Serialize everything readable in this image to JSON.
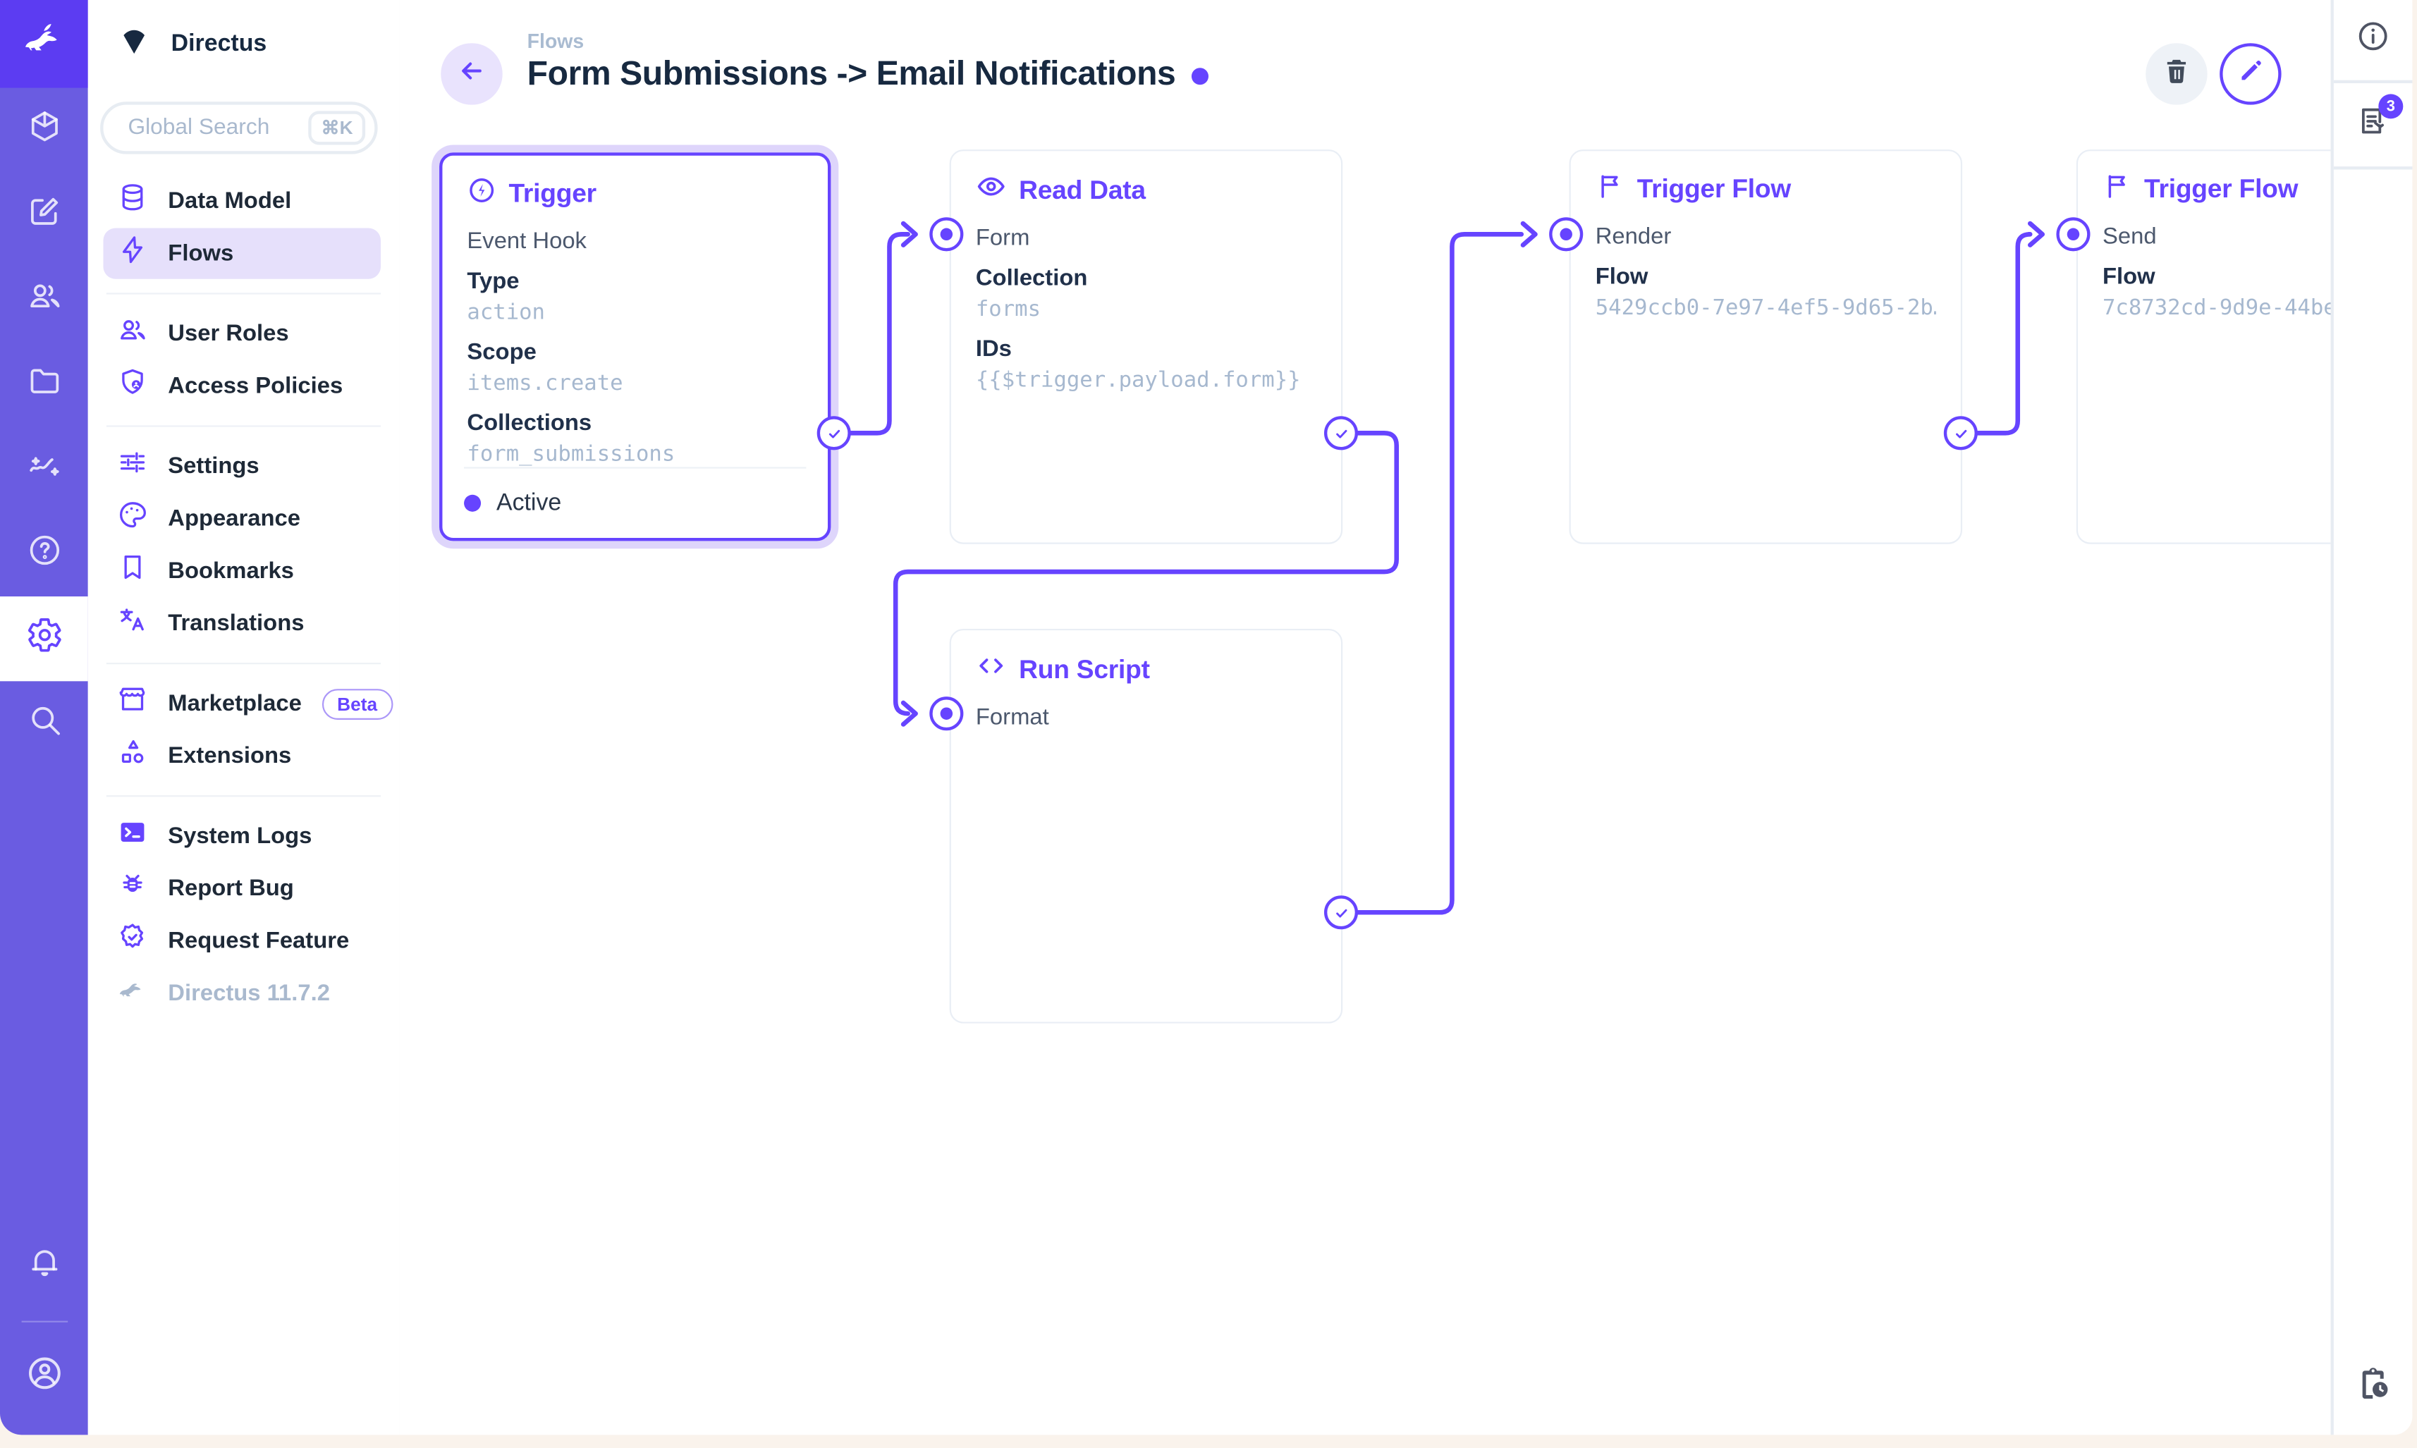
{
  "colors": {
    "accent": "#6644ff",
    "module_bar_bg": "#6a5ce1",
    "logo_tile_bg": "#5c3cf2",
    "nav_active_bg": "#e6e0fb",
    "text_dark": "#172940",
    "text_muted": "#a9bbd1",
    "mono_value": "#a6b8cf",
    "border": "#e7ecf2",
    "page_bg": "#faf3ec"
  },
  "module_bar": {
    "modules": [
      "content",
      "editor",
      "user-directory",
      "file-library",
      "insights",
      "documentation",
      "settings",
      "search"
    ],
    "active_module": "settings",
    "bottom": [
      "notifications",
      "account"
    ]
  },
  "nav": {
    "project": {
      "name": "Directus"
    },
    "search": {
      "placeholder": "Global Search",
      "shortcut": "⌘K"
    },
    "items": [
      {
        "label": "Data Model",
        "icon": "database-icon"
      },
      {
        "label": "Flows",
        "icon": "bolt-icon",
        "active": true
      },
      {
        "label": "User Roles",
        "icon": "users-icon"
      },
      {
        "label": "Access Policies",
        "icon": "shield-user-icon"
      },
      {
        "label": "Settings",
        "icon": "sliders-icon"
      },
      {
        "label": "Appearance",
        "icon": "palette-icon"
      },
      {
        "label": "Bookmarks",
        "icon": "bookmark-icon"
      },
      {
        "label": "Translations",
        "icon": "translate-icon"
      },
      {
        "label": "Marketplace",
        "icon": "storefront-icon",
        "badge": "Beta"
      },
      {
        "label": "Extensions",
        "icon": "shapes-icon"
      },
      {
        "label": "System Logs",
        "icon": "terminal-icon"
      },
      {
        "label": "Report Bug",
        "icon": "bug-icon"
      },
      {
        "label": "Request Feature",
        "icon": "feature-badge-icon"
      }
    ],
    "version": "Directus 11.7.2"
  },
  "header": {
    "breadcrumb": "Flows",
    "title": "Form Submissions -> Email Notifications",
    "actions": [
      "delete",
      "edit"
    ]
  },
  "flow": {
    "nodes": [
      {
        "title": "Trigger",
        "icon": "bolt-circle-icon",
        "intro": "Event Hook",
        "fields": [
          {
            "label": "Type",
            "value": "action"
          },
          {
            "label": "Scope",
            "value": "items.create"
          },
          {
            "label": "Collections",
            "value": "form_submissions"
          }
        ],
        "status": "Active"
      },
      {
        "title": "Read Data",
        "icon": "eye-icon",
        "input": "Form",
        "fields": [
          {
            "label": "Collection",
            "value": "forms"
          },
          {
            "label": "IDs",
            "value": "{{$trigger.payload.form}}"
          }
        ]
      },
      {
        "title": "Run Script",
        "icon": "code-icon",
        "input": "Format",
        "fields": []
      },
      {
        "title": "Trigger Flow",
        "icon": "flag-icon",
        "input": "Render",
        "fields": [
          {
            "label": "Flow",
            "value": "5429ccb0-7e97-4ef5-9d65-2b…"
          }
        ]
      },
      {
        "title": "Trigger Flow",
        "icon": "flag-icon",
        "input": "Send",
        "fields": [
          {
            "label": "Flow",
            "value": "7c8732cd-9d9e-44be"
          }
        ]
      }
    ]
  },
  "right_sidebar": {
    "icons": [
      "info",
      "logs",
      "pending-tasks"
    ],
    "badge_count": "3"
  }
}
